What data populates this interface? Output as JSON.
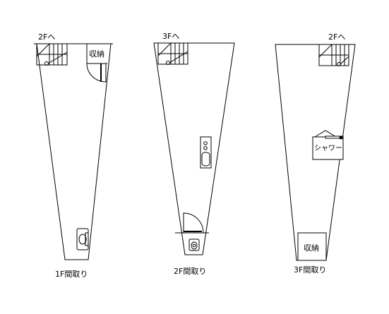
{
  "plans": [
    {
      "caption": "1F間取り",
      "stair_label": "2Fへ",
      "room_label": "収納"
    },
    {
      "caption": "2F間取り",
      "stair_label": "3Fへ"
    },
    {
      "caption": "3F間取り",
      "stair_label": "2Fへ",
      "shower_label": "シャワー",
      "room_label": "収納"
    }
  ],
  "colors": {
    "line": "#000000",
    "background": "#ffffff",
    "storage_fill": "#ffffff"
  }
}
